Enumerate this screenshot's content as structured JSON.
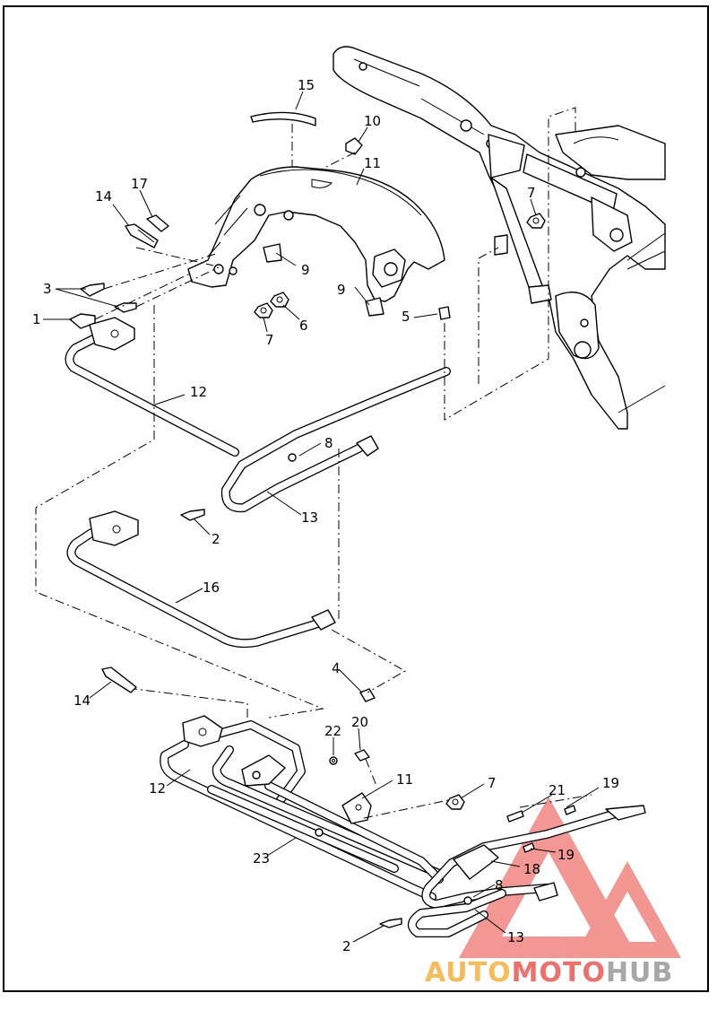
{
  "callouts": {
    "c1": "1",
    "c2a": "2",
    "c2b": "2",
    "c3": "3",
    "c4": "4",
    "c5": "5",
    "c6": "6",
    "c7a": "7",
    "c7b": "7",
    "c7c": "7",
    "c8a": "8",
    "c8b": "8",
    "c9a": "9",
    "c9b": "9",
    "c10": "10",
    "c11a": "11",
    "c11b": "11",
    "c12a": "12",
    "c12b": "12",
    "c13a": "13",
    "c13b": "13",
    "c14a": "14",
    "c14b": "14",
    "c15": "15",
    "c16": "16",
    "c17": "17",
    "c18": "18",
    "c19a": "19",
    "c19b": "19",
    "c20": "20",
    "c21": "21",
    "c22": "22",
    "c23": "23"
  },
  "watermark": {
    "part1": "AUTO",
    "part2": "MOTO",
    "part3": "HUB",
    "color_orange": "#f5a623",
    "color_red": "#e8413a",
    "color_gray": "#8a8a8a"
  }
}
